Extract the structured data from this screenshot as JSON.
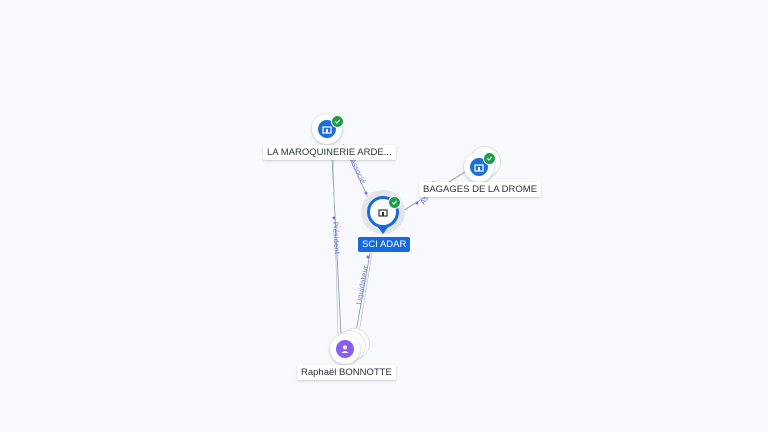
{
  "nodes": {
    "center": {
      "label": "SCI ADAR",
      "icon": "building-icon",
      "verified": true,
      "color": "#1769e0"
    },
    "maroquinerie": {
      "label": "LA MAROQUINERIE ARDE...",
      "icon": "building-icon",
      "verified": true
    },
    "bagages": {
      "label": "BAGAGES DE LA DROME",
      "icon": "building-icon",
      "verified": true
    },
    "person": {
      "label": "Raphaël BONNOTTE",
      "icon": "person-icon"
    }
  },
  "edges": {
    "maroquinerie_center": "Associé",
    "bagages_center": "Associé",
    "person_maroquinerie": "Président",
    "person_center": "Liquidateur"
  },
  "colors": {
    "company": "#1a6fd9",
    "person": "#8a5cf0",
    "verified": "#1e9e4a",
    "edge_label": "#6b79d8"
  }
}
